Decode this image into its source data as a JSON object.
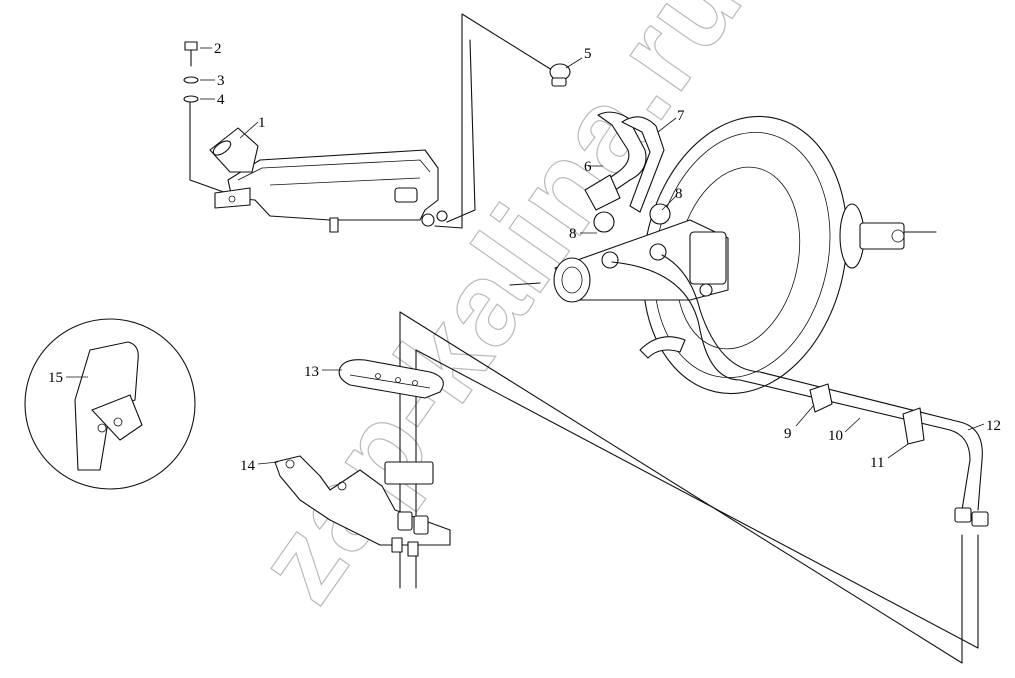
{
  "watermark": "zap-kalina.ru",
  "labels": {
    "l1": "1",
    "l2": "2",
    "l3": "3",
    "l4": "4",
    "l5": "5",
    "l6": "6",
    "l7": "7",
    "l8a": "8",
    "l8b": "8",
    "l9": "9",
    "l10": "10",
    "l11": "11",
    "l12": "12",
    "l13": "13",
    "l14": "14",
    "l15": "15"
  },
  "colors": {
    "line": "#111111",
    "watermark": "#b9b9b9",
    "background": "#ffffff"
  }
}
